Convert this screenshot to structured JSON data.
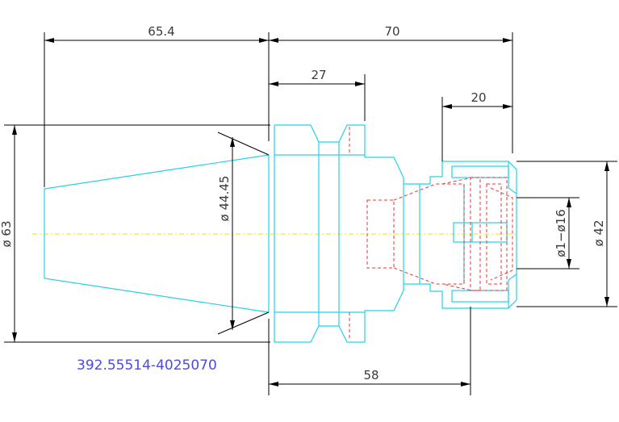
{
  "part_number": "392.55514-4025070",
  "dimensions": {
    "taper_length": "65.4",
    "total_length": "70",
    "flange_length": "27",
    "nut_length": "20",
    "body_length": "58",
    "flange_diameter": "ø 63",
    "taper_diameter": "ø 44.45",
    "clamping_range": "ø1−ø16",
    "nut_diameter": "ø 42"
  },
  "colors": {
    "outline": "#22d3e6",
    "hidden_lines": "#e53935",
    "centerline": "#f2e400",
    "dimension_lines": "#000000",
    "part_number": "#4b4bdc"
  }
}
